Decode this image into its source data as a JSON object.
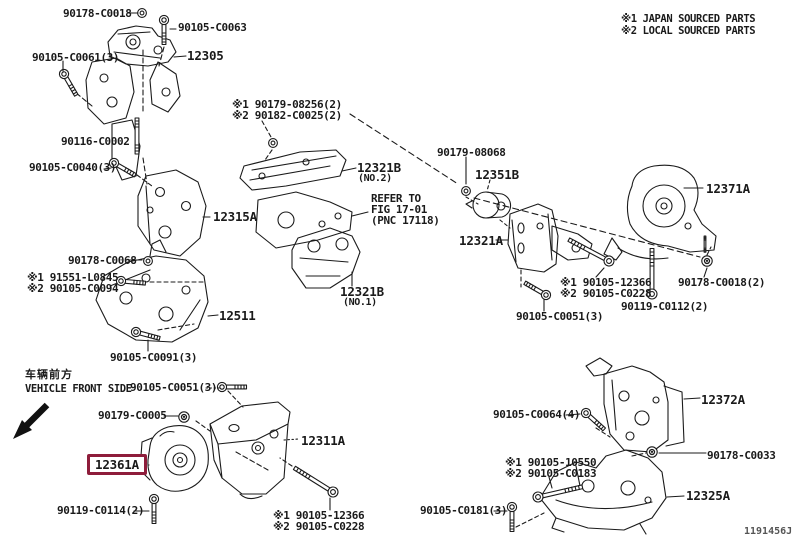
{
  "header_notes": {
    "note1": "※1 JAPAN SOURCED PARTS",
    "note2": "※2 LOCAL SOURCED PARTS"
  },
  "front_marker": {
    "cjk": "车辆前方",
    "en": "VEHICLE FRONT SIDE"
  },
  "highlight": {
    "part": "12361A",
    "box_color": "#8e1d3b"
  },
  "diagram_code": "1191456J",
  "labels": {
    "a01": "90178-C0018",
    "a02": "90105-C0063",
    "a03": "12305",
    "a04": "90105-C0061(3)",
    "a05": "90116-C0002",
    "a06": "90105-C0040(3)",
    "b01": "※1 90179-08256(2)",
    "b02": "※2 90182-C0025(2)",
    "b03": "12321B",
    "b04": "(NO.2)",
    "b05": "REFER TO",
    "b06": "FIG 17-01",
    "b07": "(PNC 17118)",
    "b08": "12315A",
    "b09": "12321B",
    "b10": "(NO.1)",
    "c01": "90179-08068",
    "c02": "12351B",
    "c03": "12321A",
    "c04": "12371A",
    "c05": "※1 90105-12366",
    "c06": "※2 90105-C0228",
    "c07": "90178-C0018(2)",
    "c08": "90119-C0112(2)",
    "c09": "90105-C0051(3)",
    "d01": "90178-C0068",
    "d02": "※1 91551-L0845",
    "d03": "※2 90105-C0094",
    "d04": "12511",
    "d05": "90105-C0091(3)",
    "e01": "90105-C0051(3)",
    "e02": "90179-C0005",
    "e03": "12361A",
    "e04": "12311A",
    "e05": "90119-C0114(2)",
    "e06": "※1 90105-12366",
    "e07": "※2 90105-C0228",
    "f01": "90105-C0064(4)",
    "f02": "12372A",
    "f03": "※1 90105-10550",
    "f04": "※2 90105-C0183",
    "f05": "90178-C0033",
    "f06": "12325A",
    "f07": "90105-C0181(3)"
  }
}
